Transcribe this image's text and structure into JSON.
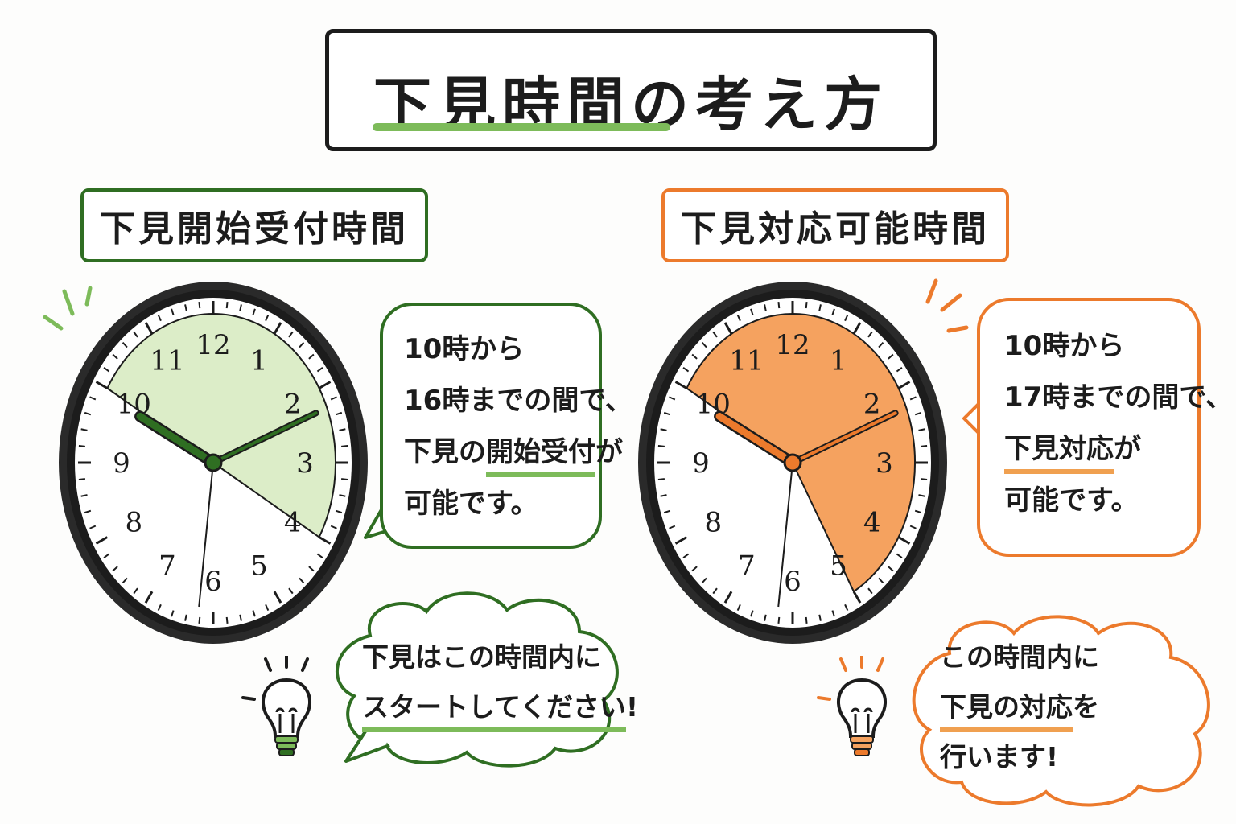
{
  "title": "下見時間の考え方",
  "left": {
    "label": "下見開始受付時間",
    "bubble": {
      "line1": "10時から",
      "line2": "16時までの間で、",
      "line3_pre": "下見の",
      "line3_hl": "開始受付",
      "line3_post": "が",
      "line4": "可能です。"
    },
    "cloud": {
      "line1": "下見はこの時間内に",
      "line2_hl": "スタートしてください",
      "line2_post": "!"
    },
    "color": "#2f6e22",
    "fill": "#dcedc8",
    "range_start_hour": 10,
    "range_end_hour": 16
  },
  "right": {
    "label": "下見対応可能時間",
    "bubble": {
      "line1": "10時から",
      "line2": "17時までの間で、",
      "line3_hl": "下見対応",
      "line3_post": "が",
      "line4": "可能です。"
    },
    "cloud": {
      "line1": "この時間内に",
      "line2_hl": "下見の対応",
      "line2_post": "を",
      "line3": "行います!"
    },
    "color": "#ec7a2c",
    "fill": "#f5a25f",
    "range_start_hour": 10,
    "range_end_hour": 17
  },
  "clock_numbers": [
    "12",
    "1",
    "2",
    "3",
    "4",
    "5",
    "6",
    "7",
    "8",
    "9",
    "10",
    "11"
  ],
  "icons": [
    "clock-icon",
    "lightbulb-icon"
  ]
}
